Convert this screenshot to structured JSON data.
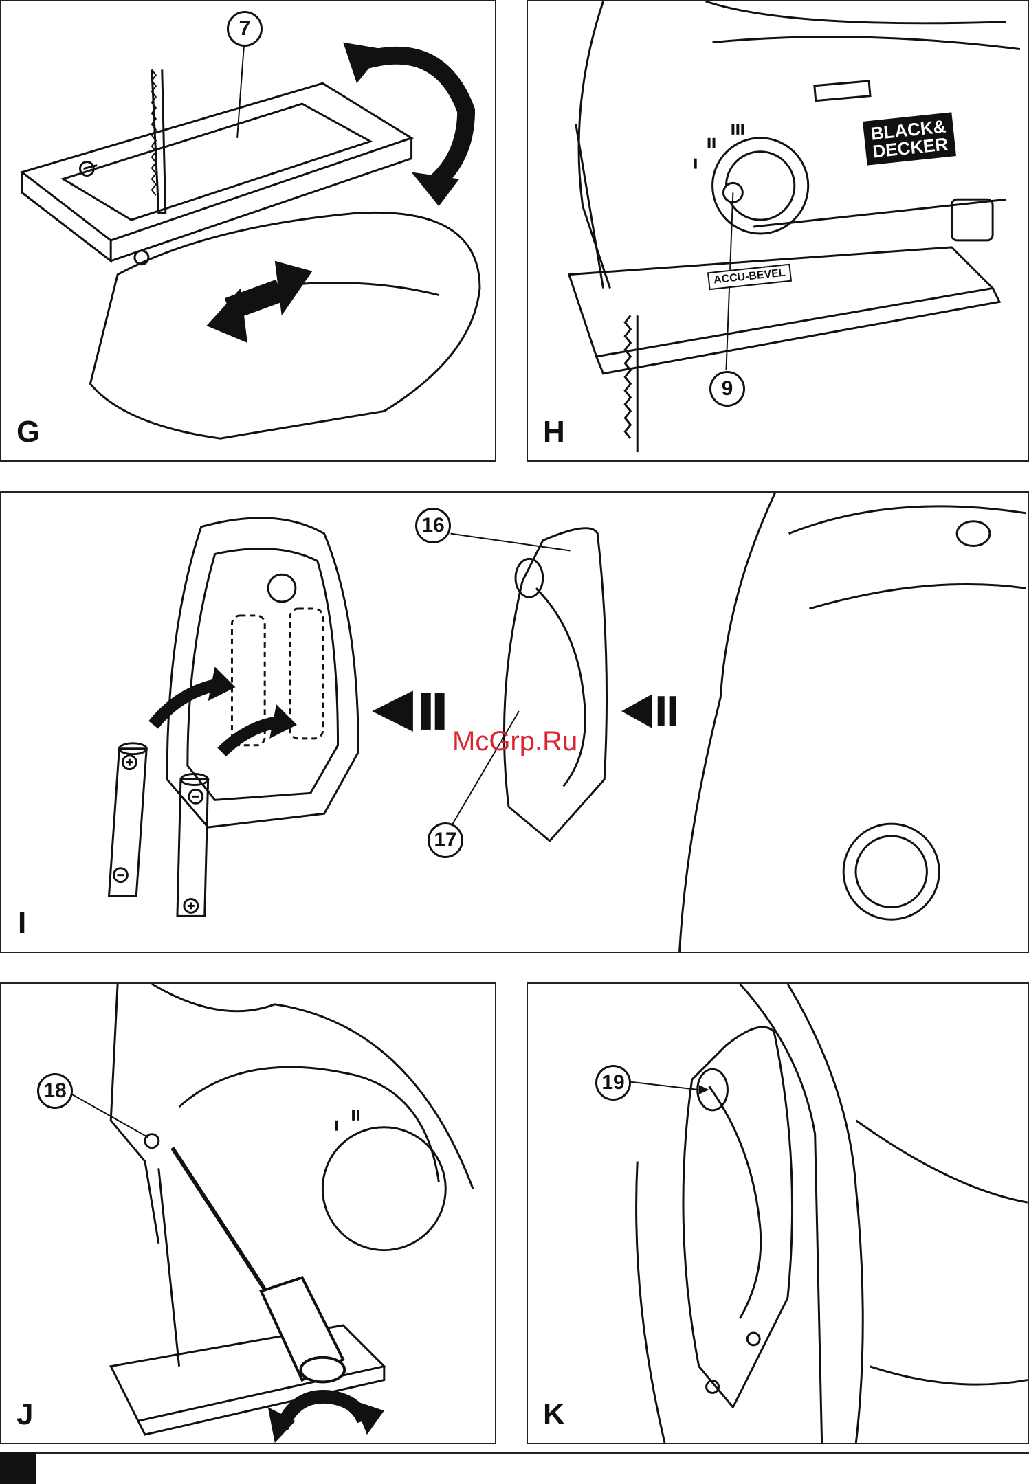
{
  "panels": {
    "g": {
      "letter": "G",
      "callouts": [
        "7"
      ]
    },
    "h": {
      "letter": "H",
      "callouts": [
        "9"
      ],
      "brand_line1": "BLACK&",
      "brand_line2": "DECKER",
      "label": "ACCU-BEVEL"
    },
    "i": {
      "letter": "I",
      "callouts": [
        "16",
        "17"
      ]
    },
    "j": {
      "letter": "J",
      "callouts": [
        "18"
      ]
    },
    "k": {
      "letter": "K",
      "callouts": [
        "19"
      ]
    }
  },
  "watermark": "McGrp.Ru",
  "colors": {
    "line": "#111111",
    "watermark": "#d9262f",
    "background": "#ffffff"
  }
}
